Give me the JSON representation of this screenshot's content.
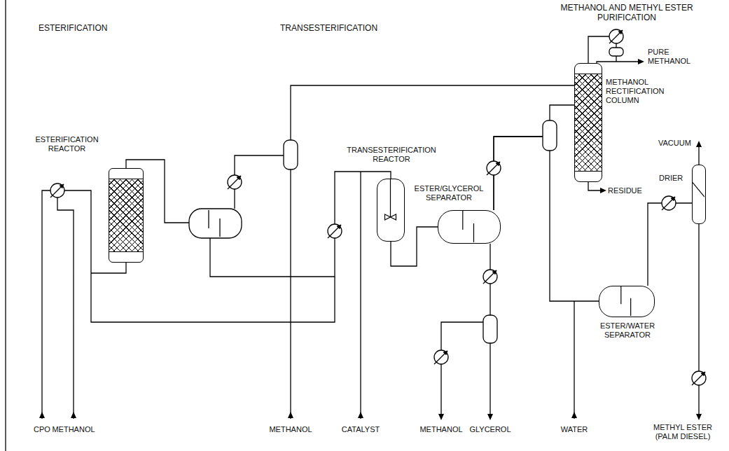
{
  "diagram": {
    "nodes": [
      {
        "text": [
          "ESTERIFICATION REACTOR"
        ]
      },
      {
        "text": [
          "TRANSESTERIFICATION REACTOR"
        ]
      },
      {
        "text": [
          "ESTER/GLYCEROL SEPARATOR"
        ]
      },
      {
        "text": [
          "METHANOL RECTIFICATION COLUMN"
        ]
      },
      {
        "text": [
          "ESTER/WATER SEPARATOR"
        ]
      },
      {
        "text": [
          "DRIER"
        ]
      }
    ],
    "edges": [
      {
        "from": 0,
        "to": 1,
        "arrow": "none"
      },
      {
        "from": 1,
        "to": 2,
        "arrow": "none"
      },
      {
        "from": 2,
        "to": 3,
        "arrow": "none"
      },
      {
        "from": 2,
        "to": 4,
        "arrow": "none"
      },
      {
        "from": 4,
        "to": 5,
        "arrow": "none"
      }
    ],
    "labels": [
      "ESTERIFICATION",
      "TRANSESTERIFICATION",
      "METHANOL AND METHYL ESTER PURIFICATION",
      "PURE METHANOL",
      "VACUUM",
      "RESIDUE",
      "CPO",
      "METHANOL",
      "METHANOL",
      "CATALYST",
      "WATER",
      "METHYL ESTER (PALM DIESEL)",
      "METHANOL",
      "GLYCEROL"
    ]
  }
}
